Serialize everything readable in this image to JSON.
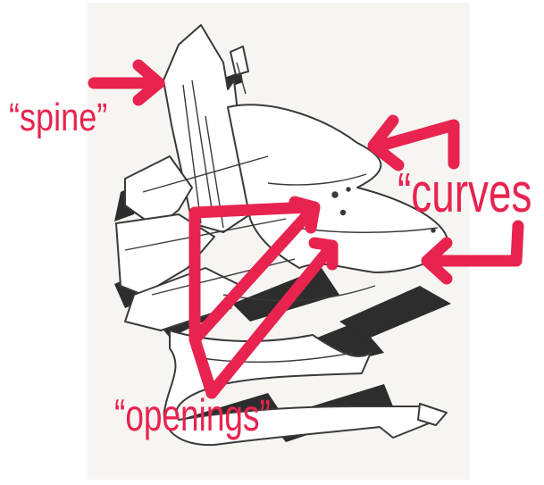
{
  "annotations": {
    "spine_label": "“spine”",
    "curves_label": "“curves",
    "openings_label": "“openings”"
  },
  "colors": {
    "annotation": "#e8234f",
    "ink": "#3a3a3a",
    "shadow": "#2d2d2d",
    "paper": "#f6f5f2"
  },
  "icons": {
    "annotation_arrows": "arrow-icon"
  }
}
